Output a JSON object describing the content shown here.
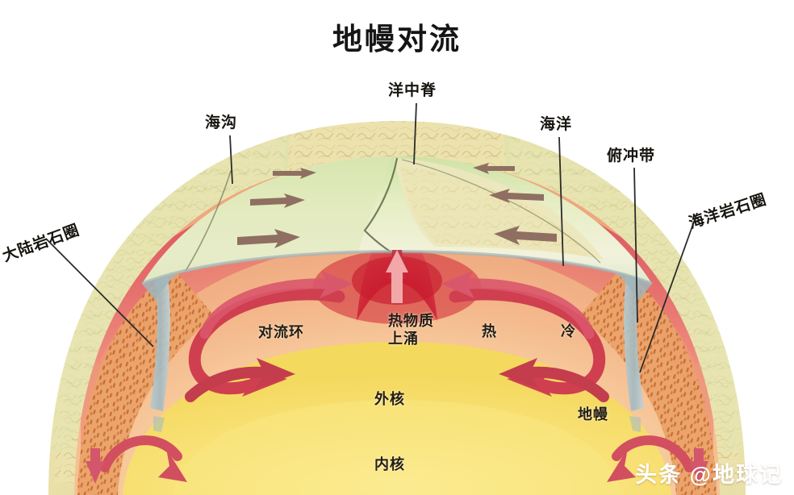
{
  "title": "地幔对流",
  "watermark": "头条 @地球记",
  "labels": {
    "trench": "海沟",
    "mid_ocean_ridge": "洋中脊",
    "ocean": "海洋",
    "subduction_zone": "俯冲带",
    "oceanic_lithosphere": "海洋岩石圈",
    "continental_lithosphere": "大陆岩石圈",
    "convection_cell": "对流环",
    "hot_material_upwelling": "热物质\n上涌",
    "hot_material_upwelling_line1": "热物质",
    "hot_material_upwelling_line2": "上涌",
    "hot": "热",
    "cold": "冷",
    "mantle": "地幔",
    "outer_core": "外核",
    "inner_core": "内核"
  },
  "colors": {
    "background": "#ffffff",
    "title_text": "#151515",
    "label_text": "#17150f",
    "lithosphere_green": "#cfe0a8",
    "lithosphere_pale": "#eef0d2",
    "asthenosphere_gray": "#a9bcc0",
    "mantle_upper_red": "#e2676b",
    "mantle_orange": "#f2b183",
    "mantle_peach": "#f8d6ac",
    "outer_core_yellow": "#f7e06a",
    "inner_core_yellow": "#f9e888",
    "hot_plume_crimson": "#cf2034",
    "convection_arrow_red": "#cf3f4f",
    "convection_arrow_pink": "#e06a83",
    "spread_arrow_brown": "#9a7566",
    "upwell_arrow_pink": "#f0a3a6",
    "slab_gray": "#a8bcc2",
    "crust_tan": "#e8d79d",
    "crust_stipple_orange": "#e39457",
    "leader_line": "#2b2b2b"
  },
  "diagram": {
    "type": "cross-section-illustration",
    "subject": "Earth interior mantle convection",
    "layers": [
      "大陆岩石圈",
      "海洋岩石圈",
      "地幔",
      "外核",
      "内核"
    ],
    "features": [
      "洋中脊",
      "海沟",
      "俯冲带",
      "对流环",
      "热物质上涌"
    ]
  }
}
